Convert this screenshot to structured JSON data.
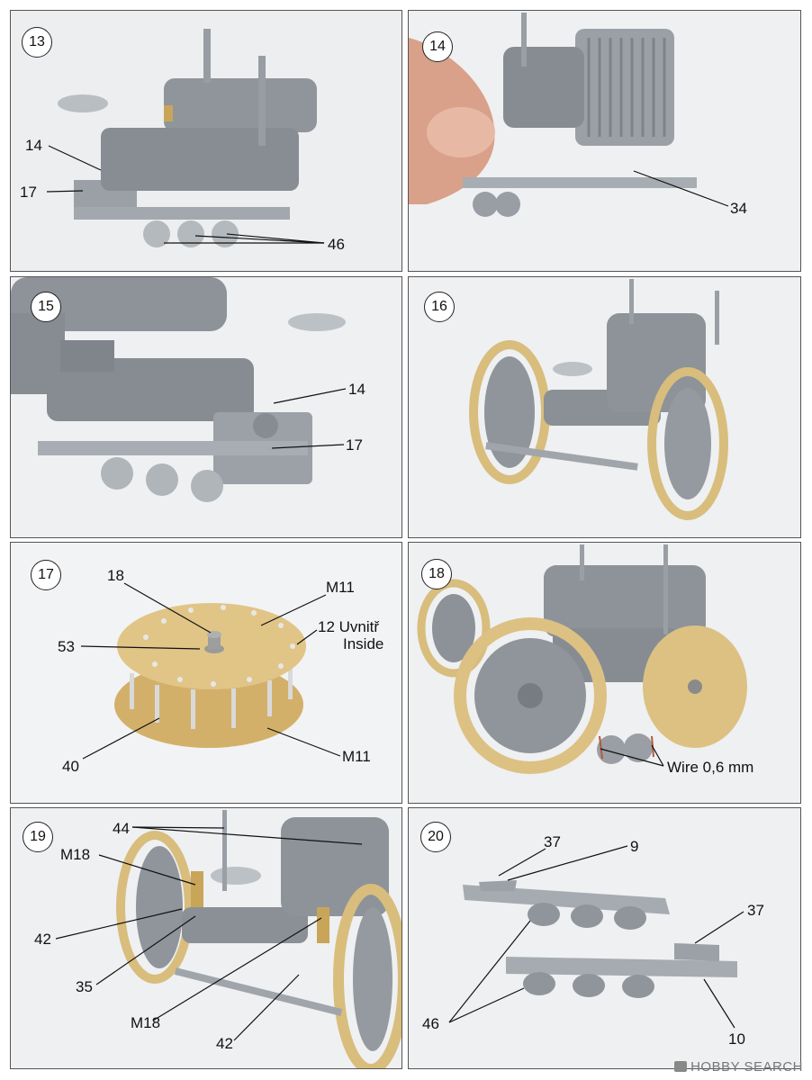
{
  "panels": [
    {
      "step": "13",
      "labels": [
        "14",
        "17",
        "46"
      ]
    },
    {
      "step": "14",
      "labels": [
        "34"
      ]
    },
    {
      "step": "15",
      "labels": [
        "14",
        "17"
      ]
    },
    {
      "step": "16",
      "labels": []
    },
    {
      "step": "17",
      "labels": [
        "18",
        "M11",
        "53",
        "12 Uvnitř",
        "Inside",
        "40",
        "M11"
      ]
    },
    {
      "step": "18",
      "labels": [
        "Wire 0,6 mm"
      ]
    },
    {
      "step": "19",
      "labels": [
        "44",
        "M18",
        "42",
        "35",
        "M18",
        "42"
      ]
    },
    {
      "step": "20",
      "labels": [
        "37",
        "9",
        "37",
        "46",
        "10"
      ]
    }
  ],
  "watermark": "HOBBY SEARCH",
  "colors": {
    "resin_gray": "#8f959b",
    "brass": "#d8bd7c",
    "background": "#eef0f2"
  }
}
